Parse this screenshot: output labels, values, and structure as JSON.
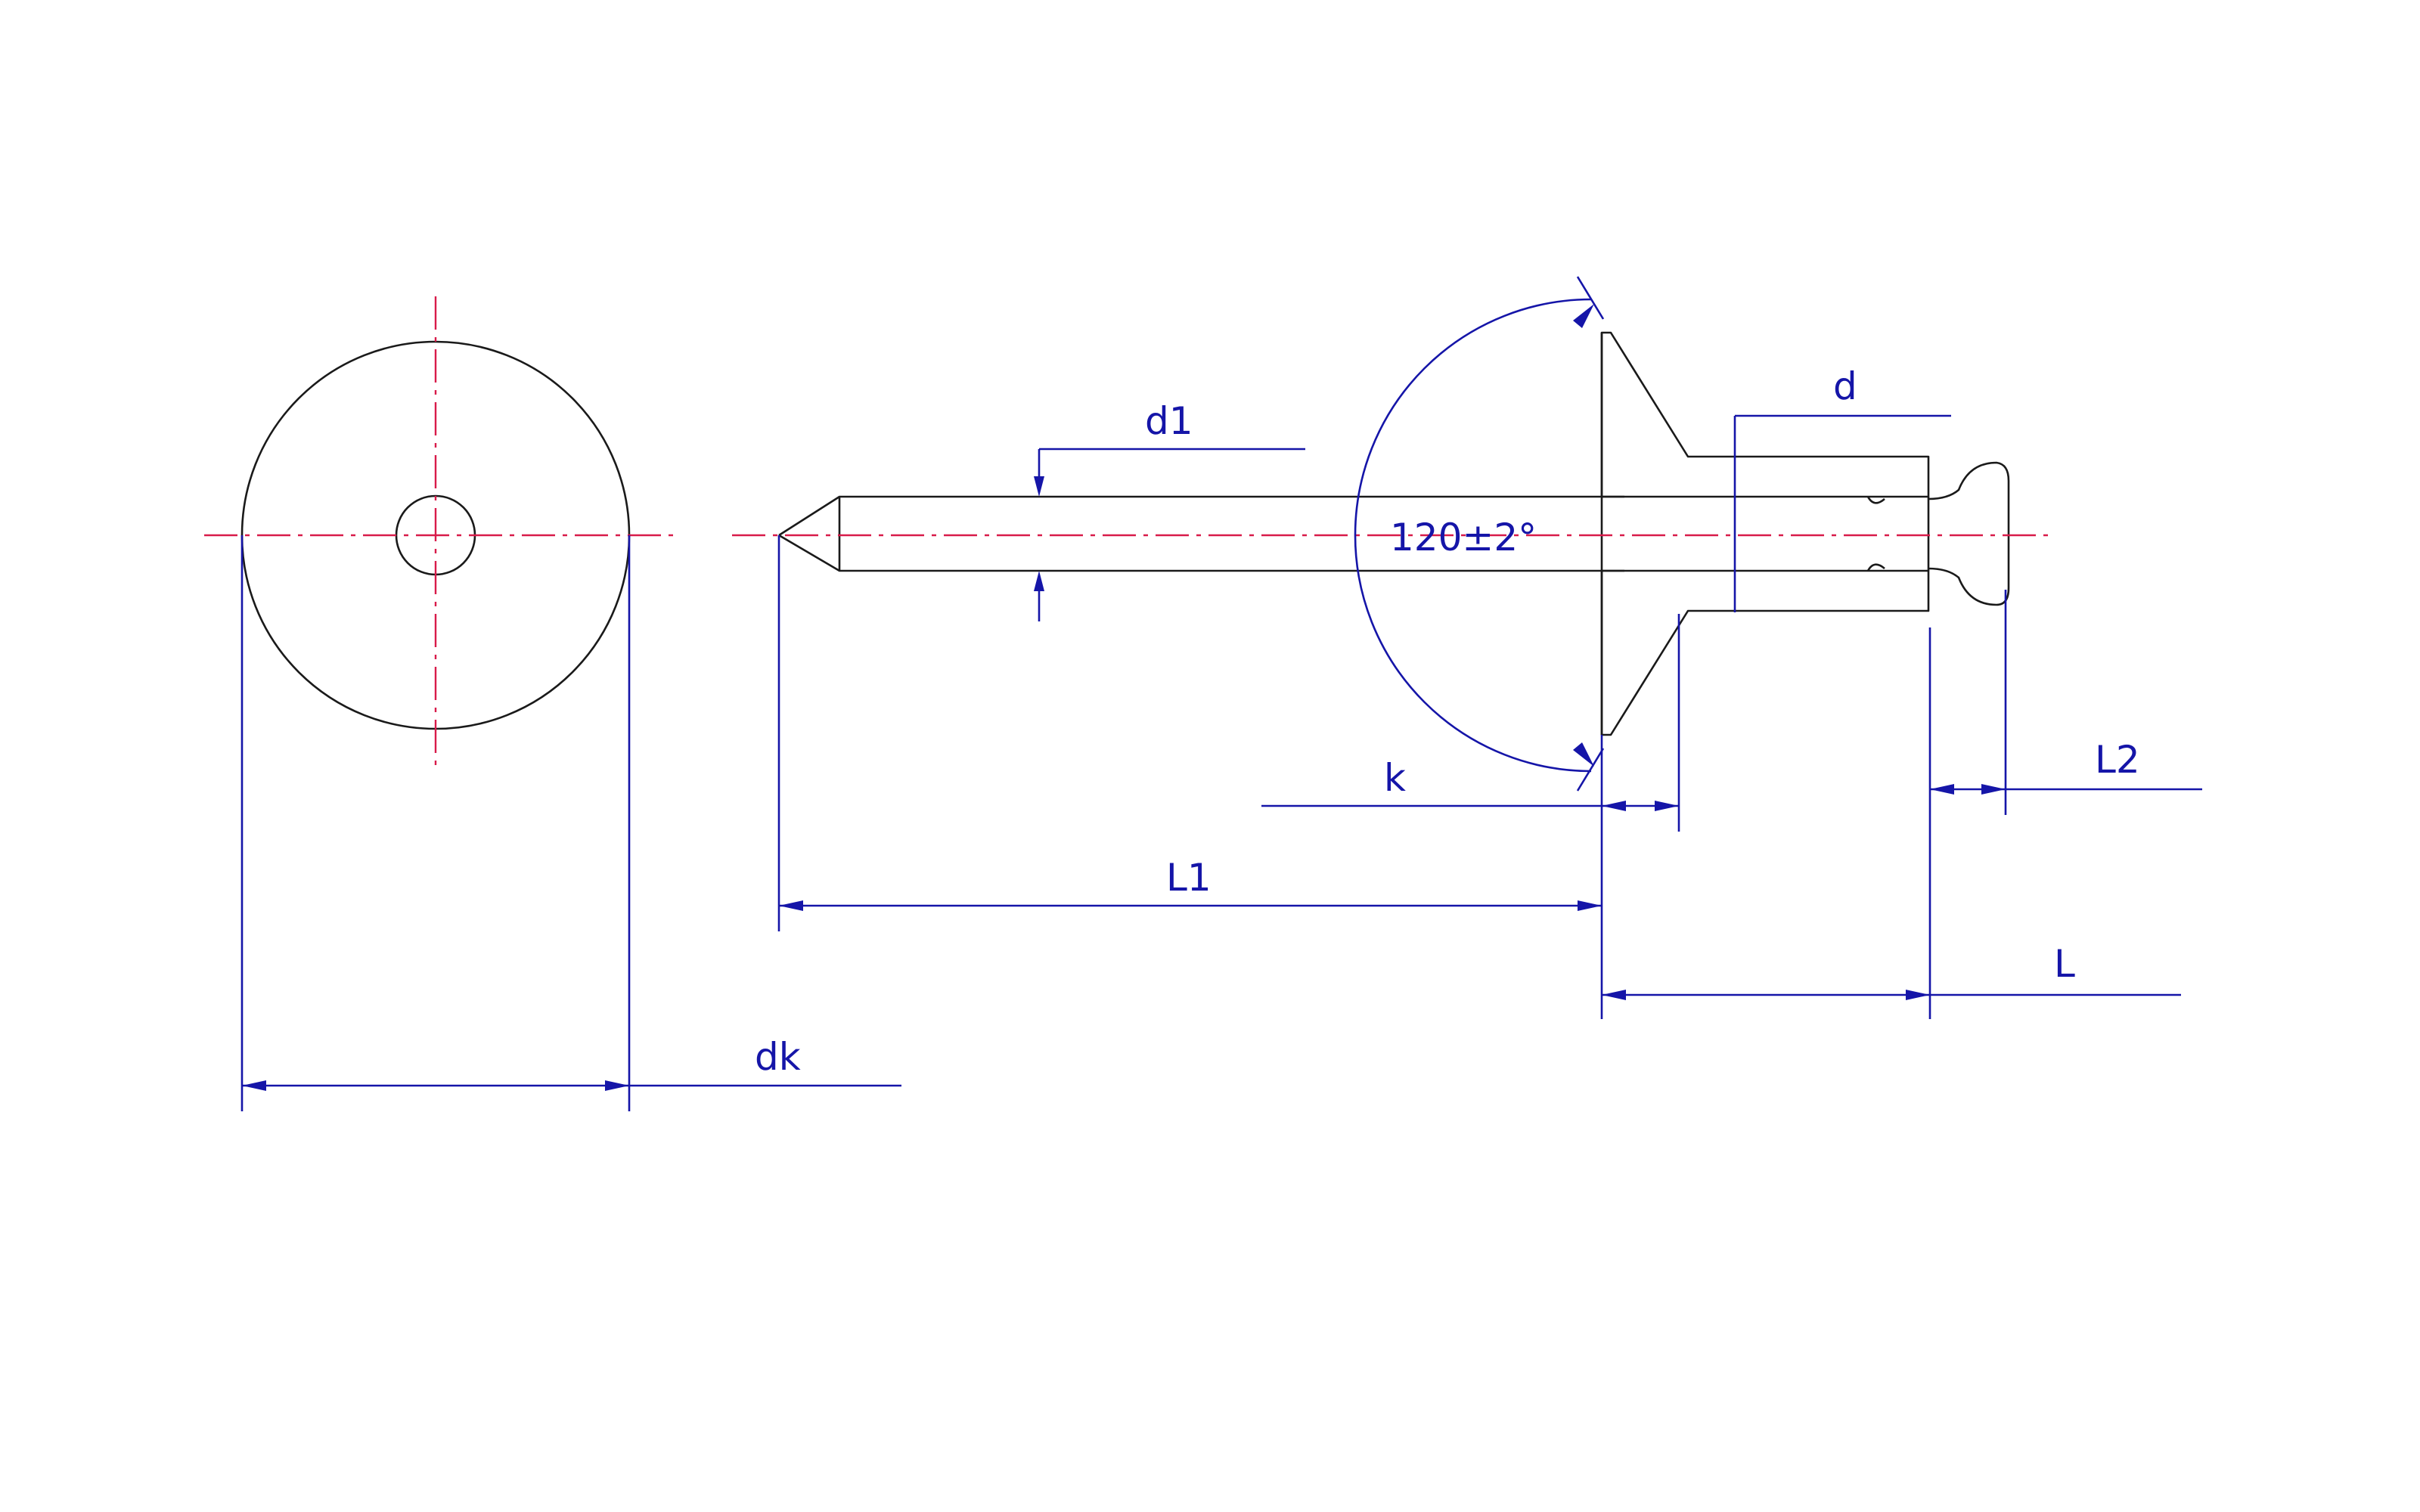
{
  "labels": {
    "dk": "dk",
    "d1": "d1",
    "d": "d",
    "k": "k",
    "L1": "L1",
    "L2": "L2",
    "L": "L",
    "angle": "120±2°"
  },
  "colors": {
    "outline": "#1a1a1a",
    "centerline": "#d81b4a",
    "dimension": "#1515a8",
    "background": "#ffffff"
  }
}
